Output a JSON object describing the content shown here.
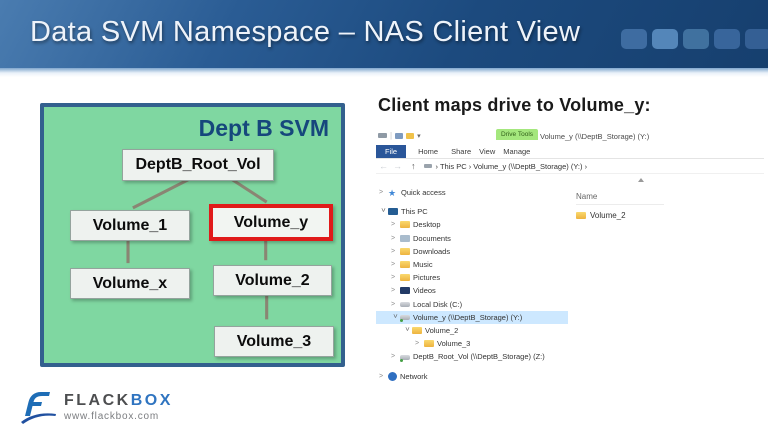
{
  "header": {
    "title": "Data SVM Namespace – NAS Client View"
  },
  "colors": {
    "header_blue": "#1c4a7e",
    "diagram_green": "#7fd7a1",
    "diagram_border_blue": "#33608e",
    "highlight_red": "#e01a1a",
    "selection_blue": "#cde8ff",
    "drive_tools_green": "#a4e77d",
    "file_tab_blue": "#2a5699"
  },
  "diagram": {
    "title": "Dept B SVM",
    "nodes": {
      "root": "DeptB_Root_Vol",
      "vol1": "Volume_1",
      "voly": "Volume_y",
      "volx": "Volume_x",
      "vol2": "Volume_2",
      "vol3": "Volume_3"
    }
  },
  "right": {
    "heading": "Client maps drive to Volume_y:"
  },
  "explorer": {
    "drive_tools_label": "Drive Tools",
    "window_title": "Volume_y (\\\\DeptB_Storage) (Y:)",
    "tabs": {
      "file": "File",
      "home": "Home",
      "share": "Share",
      "view": "View",
      "manage": "Manage"
    },
    "breadcrumb": "›  This PC  ›  Volume_y (\\\\DeptB_Storage) (Y:)  ›",
    "column_name": "Name",
    "file_item": "Volume_2",
    "tree": [
      {
        "label": "Quick access"
      },
      {
        "label": "This PC"
      },
      {
        "label": "Desktop"
      },
      {
        "label": "Documents"
      },
      {
        "label": "Downloads"
      },
      {
        "label": "Music"
      },
      {
        "label": "Pictures"
      },
      {
        "label": "Videos"
      },
      {
        "label": "Local Disk (C:)"
      },
      {
        "label": "Volume_y (\\\\DeptB_Storage) (Y:)"
      },
      {
        "label": "Volume_2"
      },
      {
        "label": "Volume_3"
      },
      {
        "label": "DeptB_Root_Vol (\\\\DeptB_Storage) (Z:)"
      },
      {
        "label": "Network"
      }
    ]
  },
  "icons": {
    "quick_access": "star-icon",
    "this_pc": "computer-icon",
    "folders": "folder-icon",
    "local_disk": "drive-icon",
    "mapped_drive": "network-drive-icon",
    "network": "globe-icon",
    "sort": "caret-up-icon",
    "qat_dropdown": "caret-down-icon"
  },
  "footer": {
    "brand_flack": "FLACK",
    "brand_box": "BOX",
    "url": "www.flackbox.com"
  }
}
